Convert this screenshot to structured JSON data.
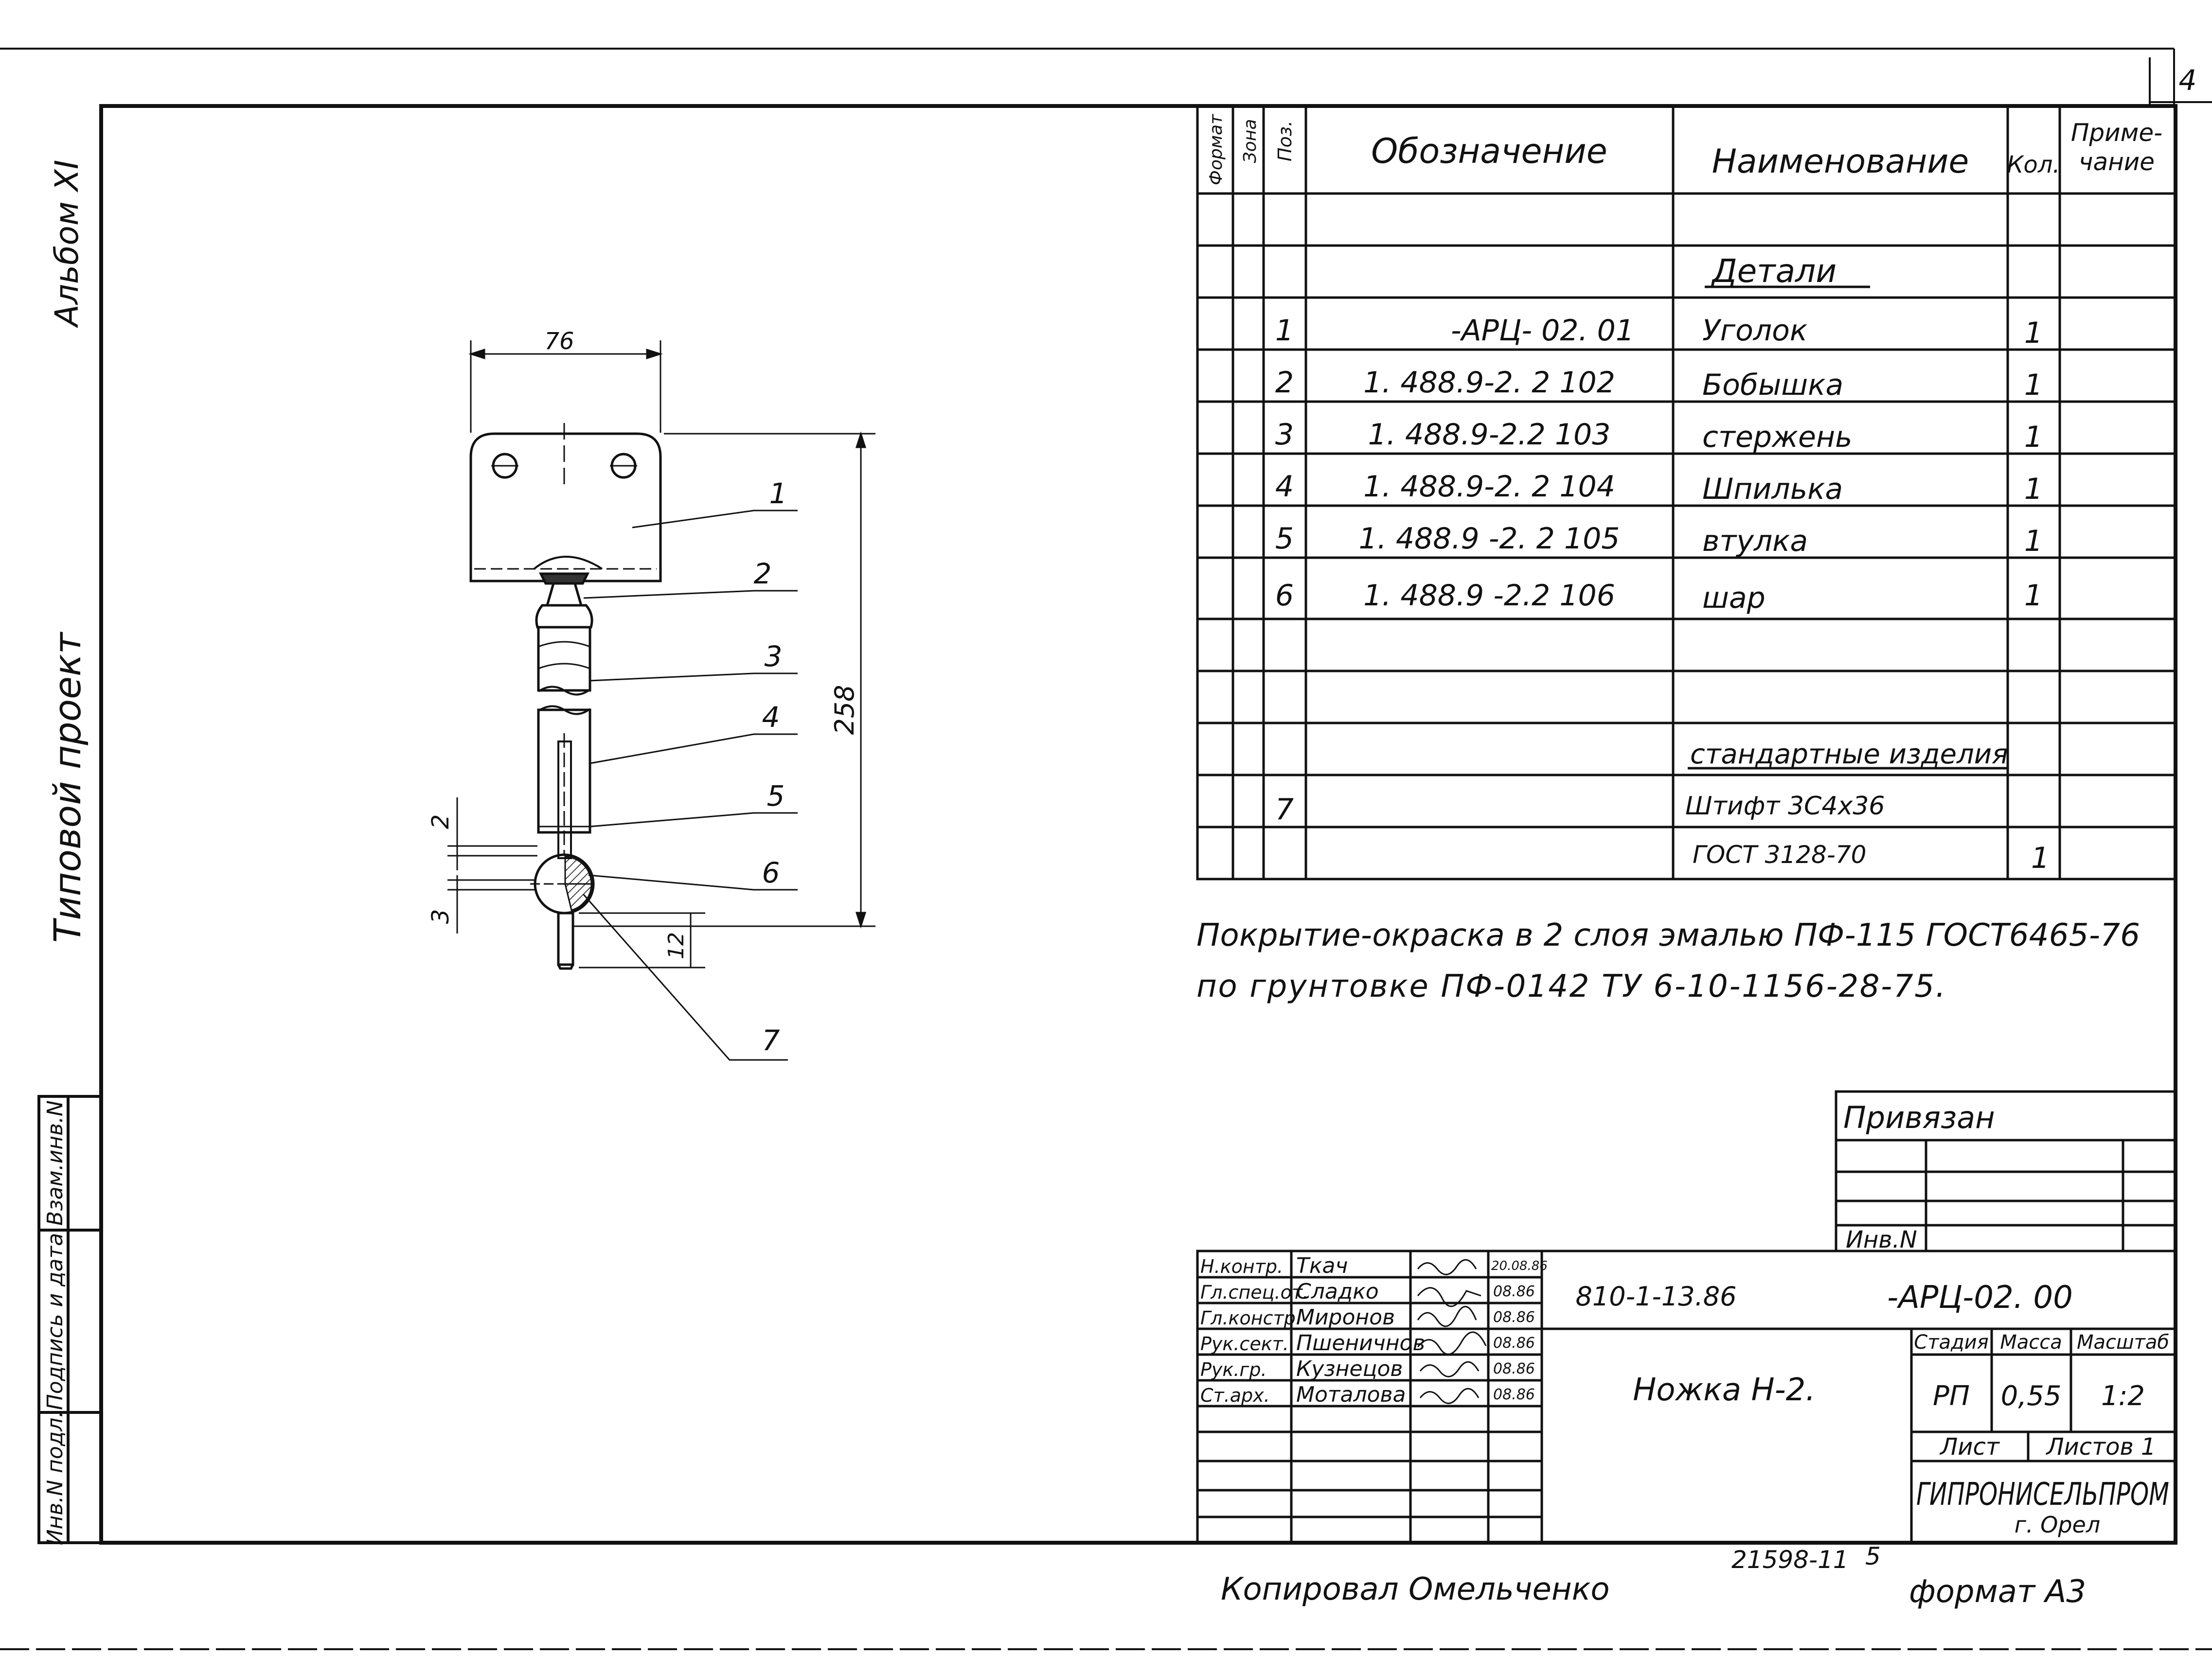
{
  "sheet_number": "4",
  "left_margin": {
    "album": "Альбом XI",
    "project": "Типовой проект",
    "stamp_labels": [
      "Инв.N подл.",
      "Подпись и дата",
      "Взам.инв.N"
    ]
  },
  "spec_table": {
    "headers": {
      "format": "Формат",
      "zone": "Зона",
      "pos": "Поз.",
      "designation": "Обозначение",
      "name": "Наименование",
      "qty": "Кол.",
      "note_line1": "Приме-",
      "note_line2": "чание"
    },
    "section_parts": "Детали",
    "rows": [
      {
        "pos": "1",
        "designation": "-АРЦ- 02. 01",
        "name": "Уголок",
        "qty": "1"
      },
      {
        "pos": "2",
        "designation": "1. 488.9-2. 2 102",
        "name": "Бобышка",
        "qty": "1"
      },
      {
        "pos": "3",
        "designation": "1. 488.9-2.2 103",
        "name": "стержень",
        "qty": "1"
      },
      {
        "pos": "4",
        "designation": "1. 488.9-2. 2 104",
        "name": "Шпилька",
        "qty": "1"
      },
      {
        "pos": "5",
        "designation": "1. 488.9 -2. 2 105",
        "name": "втулка",
        "qty": "1"
      },
      {
        "pos": "6",
        "designation": "1. 488.9 -2.2 106",
        "name": "шар",
        "qty": "1"
      }
    ],
    "section_standard": "стандартные изделия",
    "standard_rows": [
      {
        "pos": "7",
        "name": "Штифт 3С4х36",
        "qty": ""
      },
      {
        "pos": "",
        "name": "ГОСТ 3128-70",
        "qty": "1"
      }
    ]
  },
  "coating_note": {
    "line1": "Покрытие-окраска в 2 слоя эмалью ПФ-115 ГОСТ6465-76",
    "line2": "по грунтовке ПФ-0142 ТУ 6-10-1156-28-75."
  },
  "drawing": {
    "dims": {
      "width_top": "76",
      "height": "258",
      "gap": "2",
      "ball_offset": "3",
      "pin": "12"
    },
    "leaders": [
      "1",
      "2",
      "3",
      "4",
      "5",
      "6",
      "7"
    ]
  },
  "privyazan": {
    "title": "Привязан",
    "inv": "Инв.N"
  },
  "title_block": {
    "staff": [
      {
        "role": "Н.контр.",
        "name": "Ткач",
        "date": "20.08.86"
      },
      {
        "role": "Гл.спец.от.",
        "name": "Сладко",
        "date": "08.86"
      },
      {
        "role": "Гл.констр.",
        "name": "Миронов",
        "date": "08.86"
      },
      {
        "role": "Рук.сект.",
        "name": "Пшеничнов",
        "date": "08.86"
      },
      {
        "role": "Рук.гр.",
        "name": "Кузнецов",
        "date": "08.86"
      },
      {
        "role": "Ст.арх.",
        "name": "Моталова",
        "date": "08.86"
      }
    ],
    "doc_code": "810-1-13.86",
    "doc_suffix": "-АРЦ-02. 00",
    "item_name": "Ножка Н-2.",
    "stage_label": "Стадия",
    "mass_label": "Масса",
    "scale_label": "Масштаб",
    "stage": "РП",
    "mass": "0,55",
    "scale": "1:2",
    "sheet_label": "Лист",
    "sheets_label": "Листов 1",
    "org": "ГИПРОНИСЕЛЬПРОМ",
    "city": "г. Орел"
  },
  "footer": {
    "copied": "Копировал Омельченко",
    "inventory": "21598-11",
    "inventory_sheet": "5",
    "format": "формат А3"
  }
}
